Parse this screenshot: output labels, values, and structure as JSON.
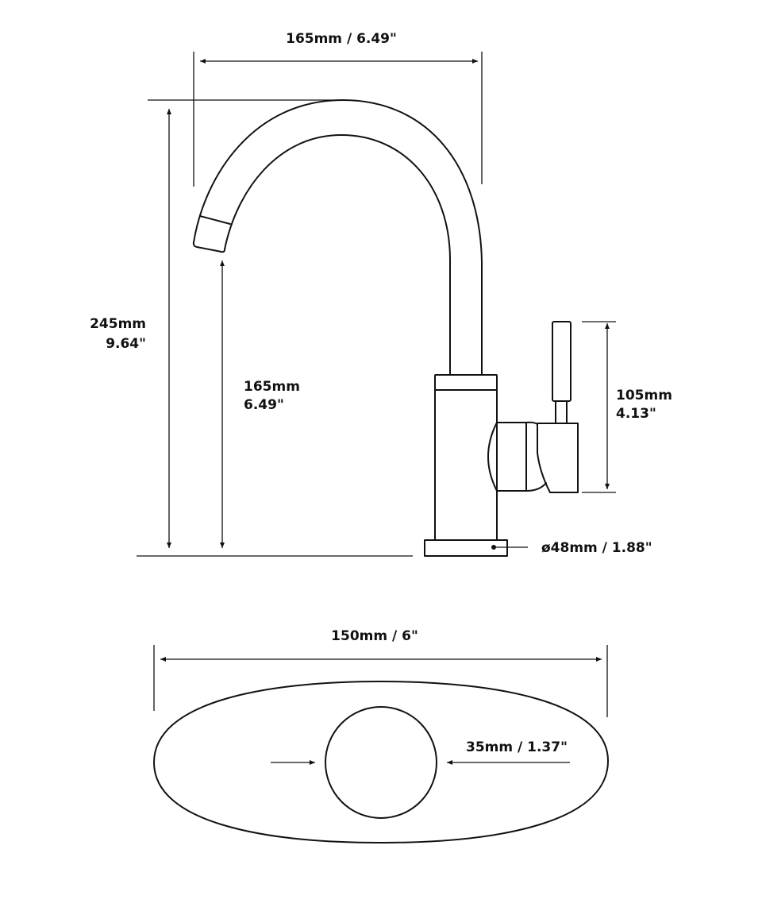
{
  "faucet_side_view": {
    "spout_width": "165mm / 6.49\"",
    "total_height_mm": "245mm",
    "total_height_in": "9.64\"",
    "spout_height_mm": "165mm",
    "spout_height_in": "6.49\"",
    "handle_height_mm": "105mm",
    "handle_height_in": "4.13\"",
    "base_diameter": "ø48mm / 1.88\""
  },
  "deck_plate_view": {
    "plate_width": "150mm / 6\"",
    "hole_diameter": "35mm / 1.37\""
  },
  "colors": {
    "line": "#111111",
    "background": "#ffffff"
  }
}
